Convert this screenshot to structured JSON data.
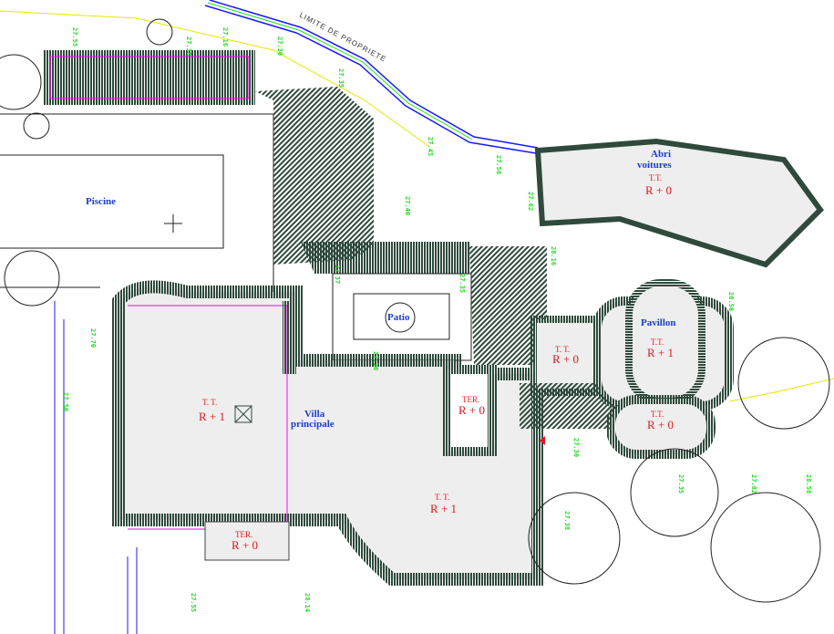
{
  "property_limit": "LIMITE DE PROPRIETE",
  "colors": {
    "roof": "#2f4a3c",
    "floor": "#eeeeee",
    "label_blue": "#1a3fc8",
    "label_red": "#e8141e",
    "elevation": "#22dd22",
    "boundary": "#1a1aff",
    "contour": "#e6e600",
    "partition": "#ff00ff"
  },
  "zones": {
    "piscine": {
      "name": "Piscine"
    },
    "abri": {
      "name_line1": "Abri",
      "name_line2": "voitures",
      "type": "T.T.",
      "level": "R + 0"
    },
    "patio": {
      "name": "Patio"
    },
    "pavillon": {
      "name": "Pavillon",
      "main_type": "T.T.",
      "main_level": "R + 1",
      "lower_type": "T.T.",
      "lower_level": "R + 0"
    },
    "annex": {
      "type": "T. T.",
      "level": "R + 0"
    },
    "villa": {
      "name_line1": "Villa",
      "name_line2": "principale",
      "left_type": "T. T.",
      "left_level": "R + 1",
      "right_type": "T. T.",
      "right_level": "R + 1"
    },
    "terrace_mid": {
      "type": "TER.",
      "level": "R + 0"
    },
    "terrace_bottom": {
      "type": "TER.",
      "level": "R + 0"
    }
  },
  "elevations": [
    "27.38",
    "27.30",
    "27.55",
    "27.16",
    "27.35",
    "27.62",
    "27.58",
    "27.45",
    "27.40",
    "27.37",
    "27.30",
    "27.35",
    "27.70",
    "27.50",
    "28.16",
    "28.50",
    "27.30",
    "27.35",
    "27.38",
    "27.82",
    "28.58",
    "27.55",
    "28.14"
  ]
}
